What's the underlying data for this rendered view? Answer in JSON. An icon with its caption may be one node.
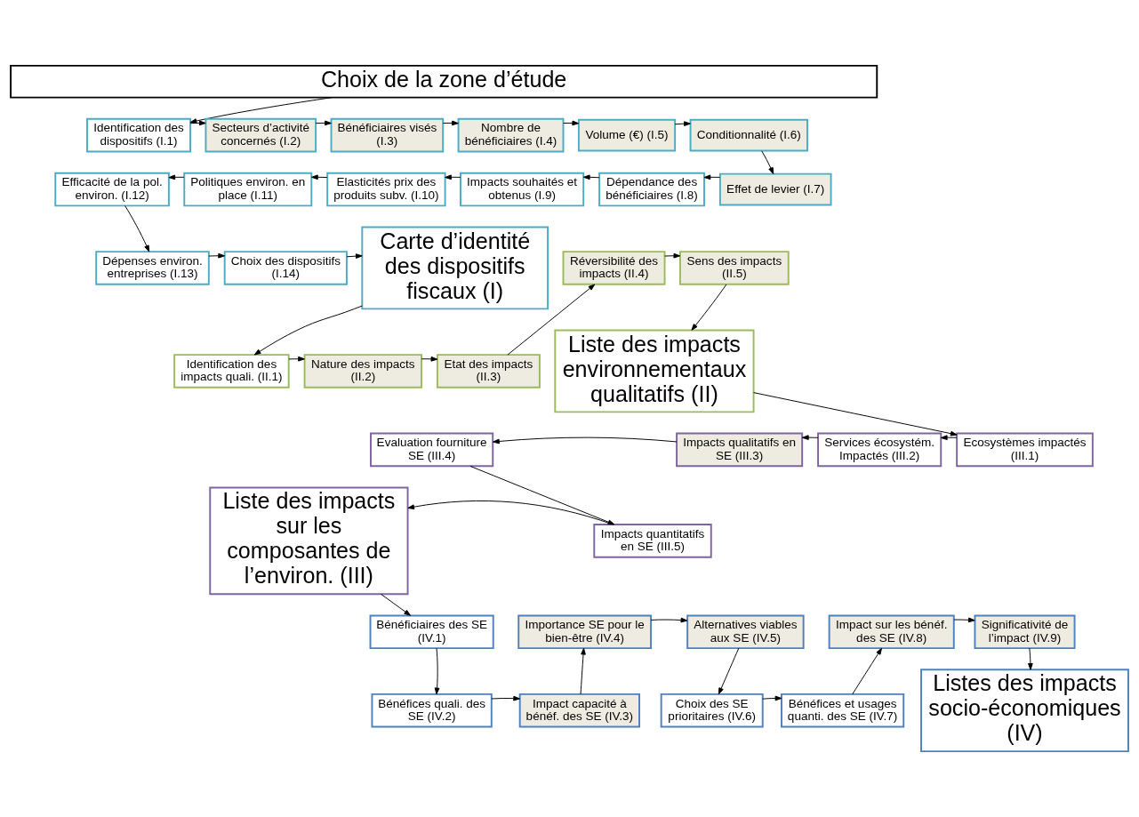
{
  "diagram": {
    "nodes": [
      {
        "text": [
          "Choix de la zone d’étude"
        ]
      },
      {
        "text": [
          "Identification des dispositifs (I.1)"
        ]
      },
      {
        "text": [
          "Secteurs d’activité concernés (I.2)"
        ]
      },
      {
        "text": [
          "Bénéficiaires visés (I.3)"
        ]
      },
      {
        "text": [
          "Nombre de bénéficiaires (I.4)"
        ]
      },
      {
        "text": [
          "Volume (€) (I.5)"
        ]
      },
      {
        "text": [
          "Conditionnalité (I.6)"
        ]
      },
      {
        "text": [
          "Effet de levier (I.7)"
        ]
      },
      {
        "text": [
          "Dépendance des bénéficiaires (I.8)"
        ]
      },
      {
        "text": [
          "Impacts souhaités et obtenus (I.9)"
        ]
      },
      {
        "text": [
          "Elasticités prix des produits subv. (I.10)"
        ]
      },
      {
        "text": [
          "Politiques environ. en place (I.11)"
        ]
      },
      {
        "text": [
          "Efficacité de la pol. environ. (I.12)"
        ]
      },
      {
        "text": [
          "Dépenses environ. entreprises (I.13)"
        ]
      },
      {
        "text": [
          "Choix des dispositifs (I.14)"
        ]
      },
      {
        "text": [
          "Carte d’identité des dispositifs fiscaux (I)"
        ]
      },
      {
        "text": [
          "Identification des impacts quali. (II.1)"
        ]
      },
      {
        "text": [
          "Nature des impacts (II.2)"
        ]
      },
      {
        "text": [
          "Etat des impacts (II.3)"
        ]
      },
      {
        "text": [
          "Réversibilité des impacts (II.4)"
        ]
      },
      {
        "text": [
          "Sens des impacts (II.5)"
        ]
      },
      {
        "text": [
          "Liste des impacts environnementaux qualitatifs (II)"
        ]
      },
      {
        "text": [
          "Ecosystèmes impactés (III.1)"
        ]
      },
      {
        "text": [
          "Services écosystém. Impactés (III.2)"
        ]
      },
      {
        "text": [
          "Impacts qualitatifs en SE (III.3)"
        ]
      },
      {
        "text": [
          "Evaluation fourniture SE (III.4)"
        ]
      },
      {
        "text": [
          "Impacts quantitatifs en SE (III.5)"
        ]
      },
      {
        "text": [
          "Liste des impacts sur les composantes de l’environ. (III)"
        ]
      },
      {
        "text": [
          "Bénéficiaires des SE (IV.1)"
        ]
      },
      {
        "text": [
          "Bénéfices quali. des SE (IV.2)"
        ]
      },
      {
        "text": [
          "Impact capacité à bénéf. des SE (IV.3)"
        ]
      },
      {
        "text": [
          "Importance SE pour le bien-être (IV.4)"
        ]
      },
      {
        "text": [
          "Alternatives viables aux SE (IV.5)"
        ]
      },
      {
        "text": [
          "Choix des SE prioritaires (IV.6)"
        ]
      },
      {
        "text": [
          "Bénéfices et usages quanti. des SE (IV.7)"
        ]
      },
      {
        "text": [
          "Impact sur les bénéf. des SE (IV.8)"
        ]
      },
      {
        "text": [
          "Significativité de l’impact (IV.9)"
        ]
      },
      {
        "text": [
          "Listes des impacts socio-économiques (IV)"
        ]
      }
    ],
    "edges": [
      {
        "from": 0,
        "to": 1,
        "arrow": "to"
      },
      {
        "from": 1,
        "to": 2,
        "arrow": "to"
      },
      {
        "from": 2,
        "to": 3,
        "arrow": "to"
      },
      {
        "from": 3,
        "to": 4,
        "arrow": "to"
      },
      {
        "from": 4,
        "to": 5,
        "arrow": "to"
      },
      {
        "from": 5,
        "to": 6,
        "arrow": "to"
      },
      {
        "from": 6,
        "to": 7,
        "arrow": "to"
      },
      {
        "from": 7,
        "to": 8,
        "arrow": "to"
      },
      {
        "from": 8,
        "to": 9,
        "arrow": "to"
      },
      {
        "from": 9,
        "to": 10,
        "arrow": "to"
      },
      {
        "from": 10,
        "to": 11,
        "arrow": "to"
      },
      {
        "from": 11,
        "to": 12,
        "arrow": "to"
      },
      {
        "from": 12,
        "to": 13,
        "arrow": "to"
      },
      {
        "from": 13,
        "to": 14,
        "arrow": "to"
      },
      {
        "from": 14,
        "to": 15,
        "arrow": "to"
      },
      {
        "from": 15,
        "to": 16,
        "arrow": "to"
      },
      {
        "from": 16,
        "to": 17,
        "arrow": "to"
      },
      {
        "from": 17,
        "to": 18,
        "arrow": "to"
      },
      {
        "from": 18,
        "to": 19,
        "arrow": "to"
      },
      {
        "from": 19,
        "to": 20,
        "arrow": "to"
      },
      {
        "from": 20,
        "to": 21,
        "arrow": "to"
      },
      {
        "from": 21,
        "to": 22,
        "arrow": "to"
      },
      {
        "from": 22,
        "to": 23,
        "arrow": "to"
      },
      {
        "from": 23,
        "to": 24,
        "arrow": "to"
      },
      {
        "from": 24,
        "to": 25,
        "arrow": "to"
      },
      {
        "from": 25,
        "to": 26,
        "arrow": "to"
      },
      {
        "from": 26,
        "to": 27,
        "arrow": "to"
      },
      {
        "from": 27,
        "to": 28,
        "arrow": "to"
      },
      {
        "from": 28,
        "to": 29,
        "arrow": "to"
      },
      {
        "from": 29,
        "to": 30,
        "arrow": "to"
      },
      {
        "from": 30,
        "to": 31,
        "arrow": "to"
      },
      {
        "from": 31,
        "to": 32,
        "arrow": "to"
      },
      {
        "from": 32,
        "to": 33,
        "arrow": "to"
      },
      {
        "from": 33,
        "to": 34,
        "arrow": "to"
      },
      {
        "from": 34,
        "to": 35,
        "arrow": "to"
      },
      {
        "from": 35,
        "to": 36,
        "arrow": "to"
      },
      {
        "from": 36,
        "to": 37,
        "arrow": "to"
      }
    ]
  }
}
